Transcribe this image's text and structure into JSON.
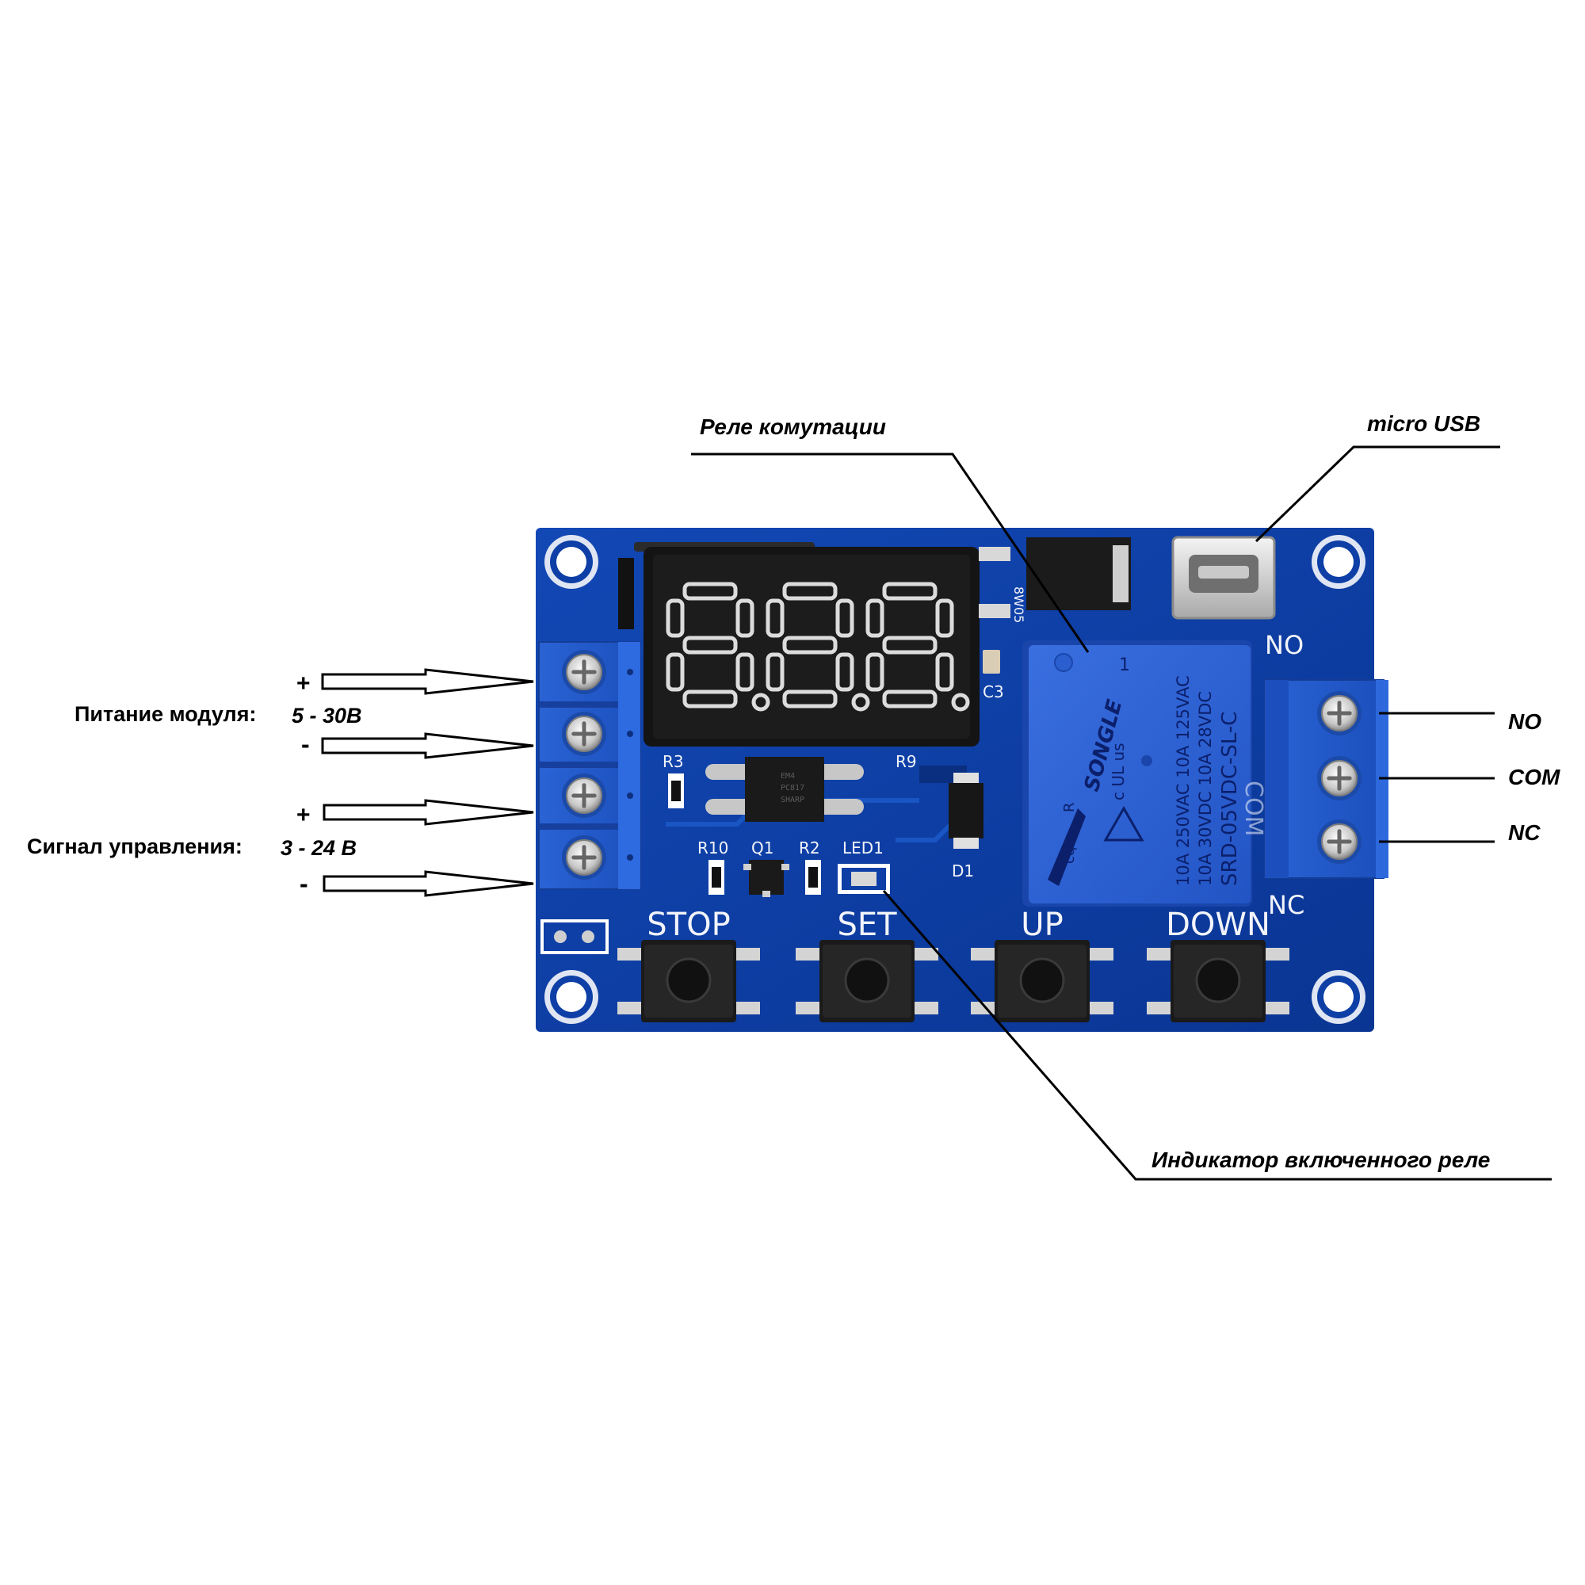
{
  "annotations": {
    "relay": "Реле комутации",
    "usb": "micro USB",
    "power_label": "Питание модуля:",
    "power_range": "5 - 30В",
    "signal_label": "Сигнал управления:",
    "signal_range": "3 - 24 В",
    "plus": "+",
    "minus": "-",
    "out_no": "NO",
    "out_com": "COM",
    "out_nc": "NC",
    "led_indicator": "Индикатор включенного реле"
  },
  "board": {
    "buttons": [
      "STOP",
      "SET",
      "UP",
      "DOWN"
    ],
    "terminal_no": "NO",
    "terminal_nc": "NC",
    "terminal_com": "COM",
    "labels": {
      "r3": "R3",
      "r9": "R9",
      "r10": "R10",
      "q1": "Q1",
      "r2": "R2",
      "led1": "LED1",
      "c3": "C3",
      "d1": "D1",
      "reg": "8W05"
    },
    "chip_lines": [
      "EM4",
      "PC817",
      "SHARP"
    ]
  },
  "relay_part": {
    "brand": "SONGLE",
    "model": "SRD-05VDC-SL-C",
    "ratings": [
      "10A 250VAC  10A 125VAC",
      "10A 30VDC  10A 28VDC"
    ],
    "pin_mark": "1",
    "cert_ul": "c UL us",
    "cert_cqc": "cqc",
    "reg_mark": "R"
  },
  "colors": {
    "pcb": "#0d3fa6",
    "terminal": "#2158c9",
    "arrow_plus": "#e01414",
    "silkscreen": "#f2f4fa"
  }
}
